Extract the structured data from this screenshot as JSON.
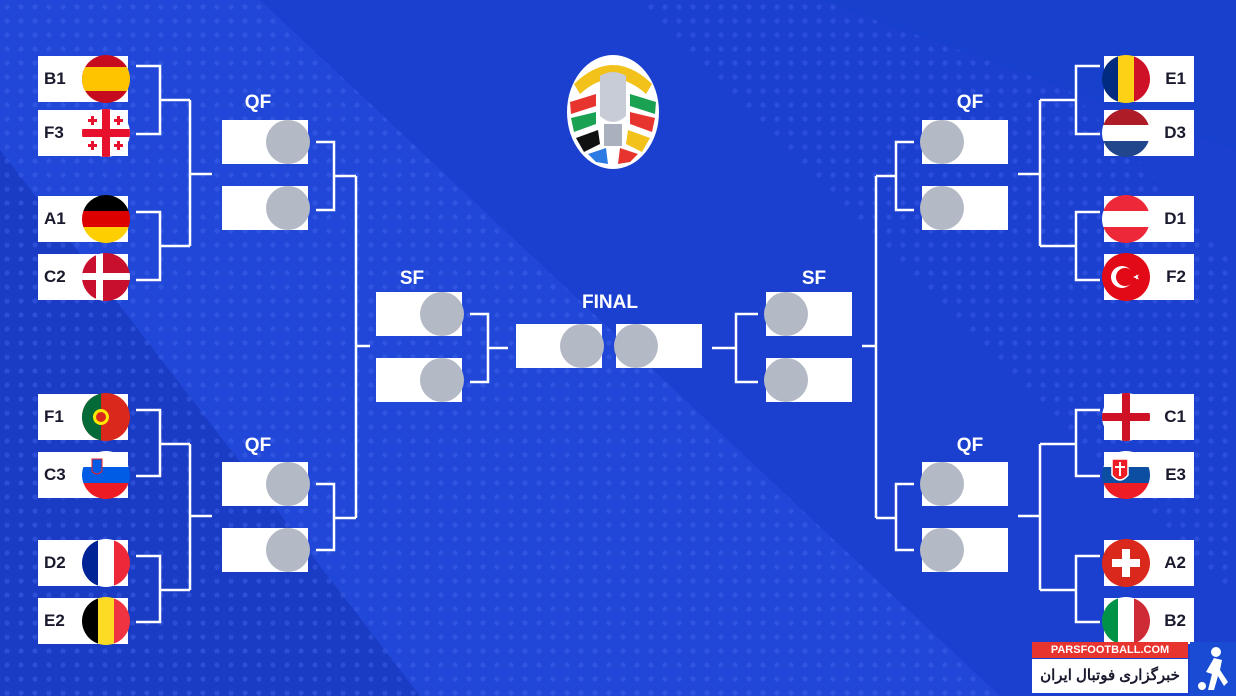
{
  "colors": {
    "background": "#1b3fcf",
    "slot": "#ffffff",
    "placeholder": "#b4b9c6",
    "line": "#ffffff"
  },
  "rounds": {
    "qf": "QF",
    "sf": "SF",
    "final": "FINAL"
  },
  "left_r16": [
    {
      "seed": "B1",
      "flag": "spain-flag"
    },
    {
      "seed": "F3",
      "flag": "georgia-flag"
    },
    {
      "seed": "A1",
      "flag": "germany-flag"
    },
    {
      "seed": "C2",
      "flag": "denmark-flag"
    },
    {
      "seed": "F1",
      "flag": "portugal-flag"
    },
    {
      "seed": "C3",
      "flag": "slovenia-flag"
    },
    {
      "seed": "D2",
      "flag": "france-flag"
    },
    {
      "seed": "E2",
      "flag": "belgium-flag"
    }
  ],
  "right_r16": [
    {
      "seed": "E1",
      "flag": "romania-flag"
    },
    {
      "seed": "D3",
      "flag": "netherlands-flag"
    },
    {
      "seed": "D1",
      "flag": "austria-flag"
    },
    {
      "seed": "F2",
      "flag": "turkey-flag"
    },
    {
      "seed": "C1",
      "flag": "england-flag"
    },
    {
      "seed": "E3",
      "flag": "slovakia-flag"
    },
    {
      "seed": "A2",
      "flag": "switzerland-flag"
    },
    {
      "seed": "B2",
      "flag": "italy-flag"
    }
  ],
  "watermark": {
    "site": "PARSFOOTBALL.COM",
    "tagline": "خبرگزاری فوتبال ایران"
  }
}
